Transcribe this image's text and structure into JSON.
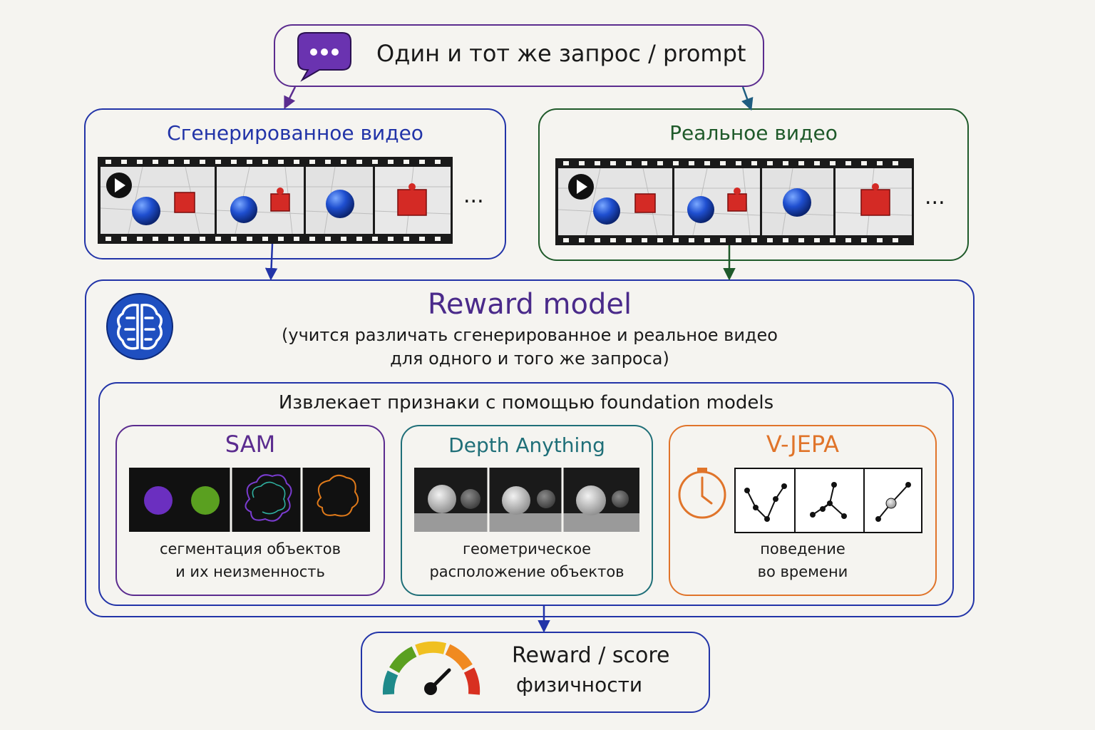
{
  "prompt": {
    "text": "Один и тот же запрос / prompt",
    "icon": "speech-bubble-icon",
    "color": "#5b2c8f"
  },
  "generated": {
    "title": "Сгенерированное видео",
    "ellipsis": "...",
    "color": "#2234a8"
  },
  "real": {
    "title": "Реальное видео",
    "ellipsis": "...",
    "color": "#1f5a2a"
  },
  "reward": {
    "title": "Reward model",
    "subtitle_line1": "(учится различать сгенерированное и реальное видео",
    "subtitle_line2": "для одного и того же запроса)",
    "icon": "brain-icon"
  },
  "features": {
    "title": "Извлекает признаки с помощью foundation models",
    "sam": {
      "title": "SAM",
      "desc_line1": "сегментация объектов",
      "desc_line2": "и их неизменность",
      "color": "#5b2c8f"
    },
    "depth": {
      "title": "Depth Anything",
      "desc_line1": "геометрическое",
      "desc_line2": "расположение объектов",
      "color": "#1f6f78"
    },
    "vjepa": {
      "title": "V-JEPA",
      "desc_line1": "поведение",
      "desc_line2": "во времени",
      "icon": "clock-icon",
      "color": "#e0742a"
    }
  },
  "score": {
    "line1": "Reward / score",
    "line2": "физичности",
    "icon": "gauge-icon"
  }
}
